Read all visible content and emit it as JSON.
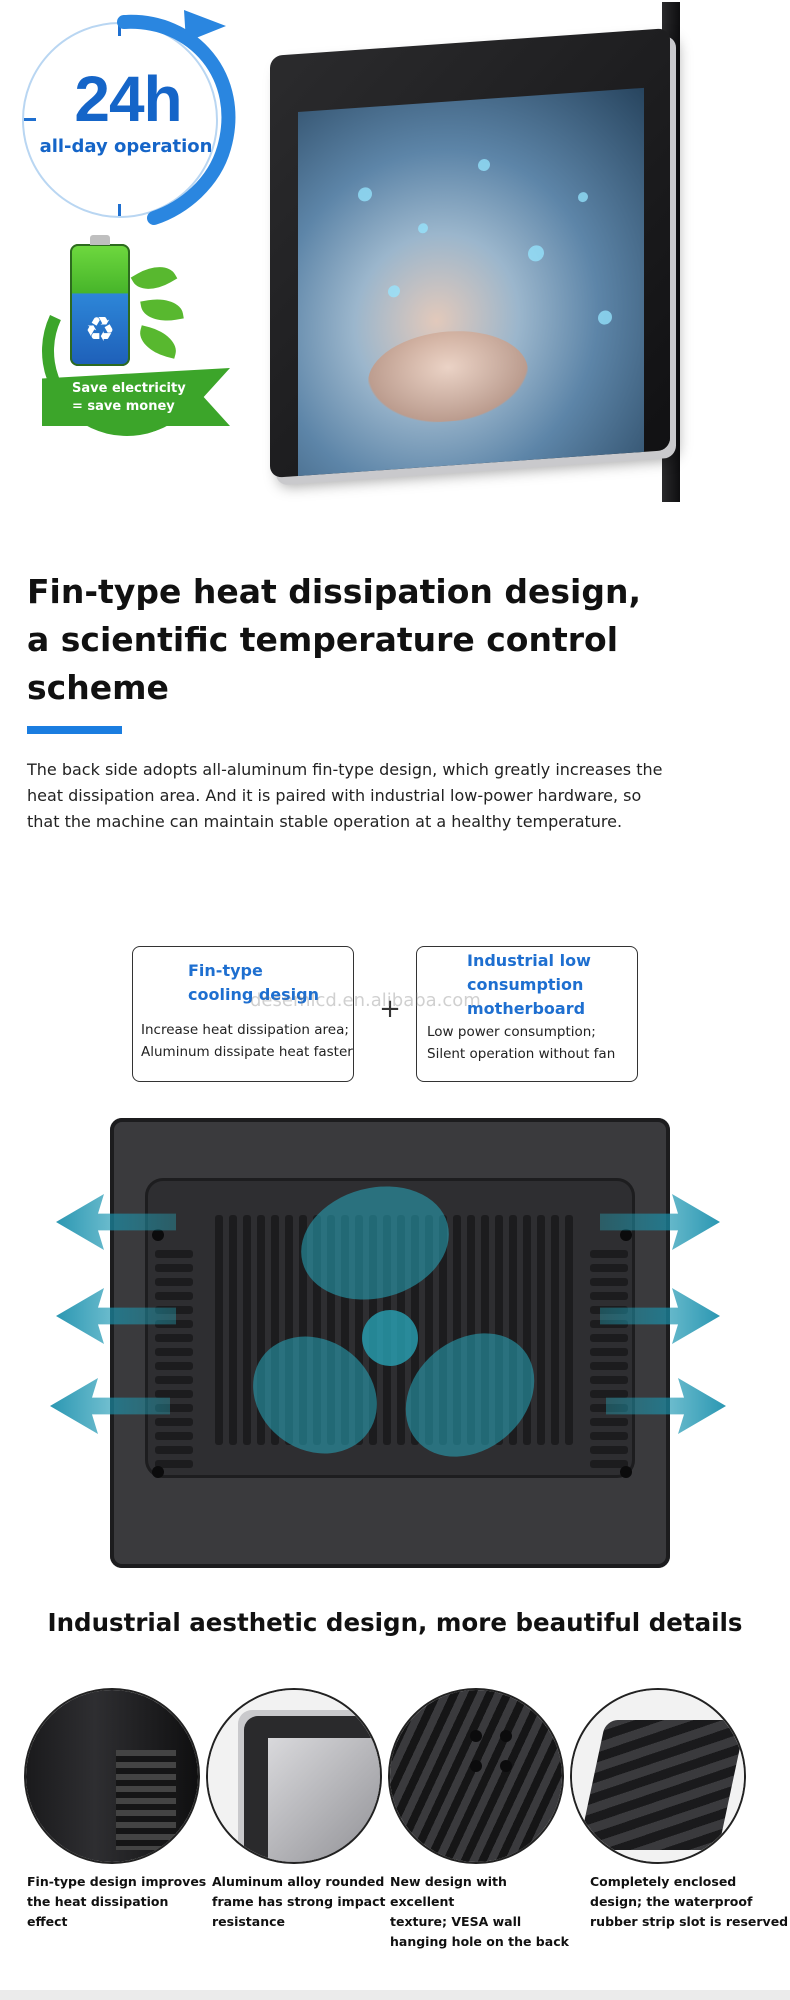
{
  "hero": {
    "badge_number": "24h",
    "badge_sub": "all-day operation",
    "eco_line1": "Save electricity",
    "eco_line2": "= save money"
  },
  "heat_section": {
    "title_lines": [
      "Fin-type heat dissipation design,",
      "a scientific temperature control",
      "scheme"
    ],
    "paragraph_lines": [
      "The back side adopts all-aluminum fin-type design, which greatly increases the",
      "heat dissipation area. And it is paired with industrial low-power hardware, so",
      "that the machine can maintain stable operation at a healthy temperature."
    ],
    "accent_color": "#1a7de0",
    "cards": [
      {
        "title_lines": [
          "Fin-type",
          "cooling design"
        ],
        "desc_lines": [
          "Increase heat dissipation area;",
          "Aluminum dissipate heat faster"
        ]
      },
      {
        "title_lines": [
          "Industrial low",
          "consumption",
          "motherboard"
        ],
        "desc_lines": [
          "Low power consumption;",
          "Silent operation without fan"
        ]
      }
    ],
    "plus_sign": "+",
    "watermark": "desemlcd.en.alibaba.com"
  },
  "aesthetic_section": {
    "title": "Industrial aesthetic design, more beautiful details",
    "details": [
      {
        "caption_lines": [
          "Fin-type design improves",
          "the heat dissipation effect"
        ],
        "icon": "fin-closeup-icon"
      },
      {
        "caption_lines": [
          "Aluminum alloy rounded",
          "frame has strong impact",
          "resistance"
        ],
        "icon": "frame-corner-icon"
      },
      {
        "caption_lines": [
          "New design with excellent",
          " texture; VESA wall",
          "hanging hole on the back"
        ],
        "icon": "vesa-back-icon"
      },
      {
        "caption_lines": [
          "Completely enclosed",
          "design; the waterproof",
          "rubber strip slot is reserved"
        ],
        "icon": "rubber-slot-icon"
      }
    ]
  },
  "colors": {
    "brand_blue": "#1565c8",
    "eco_green": "#3ca52a",
    "airflow": "#28aabe"
  }
}
